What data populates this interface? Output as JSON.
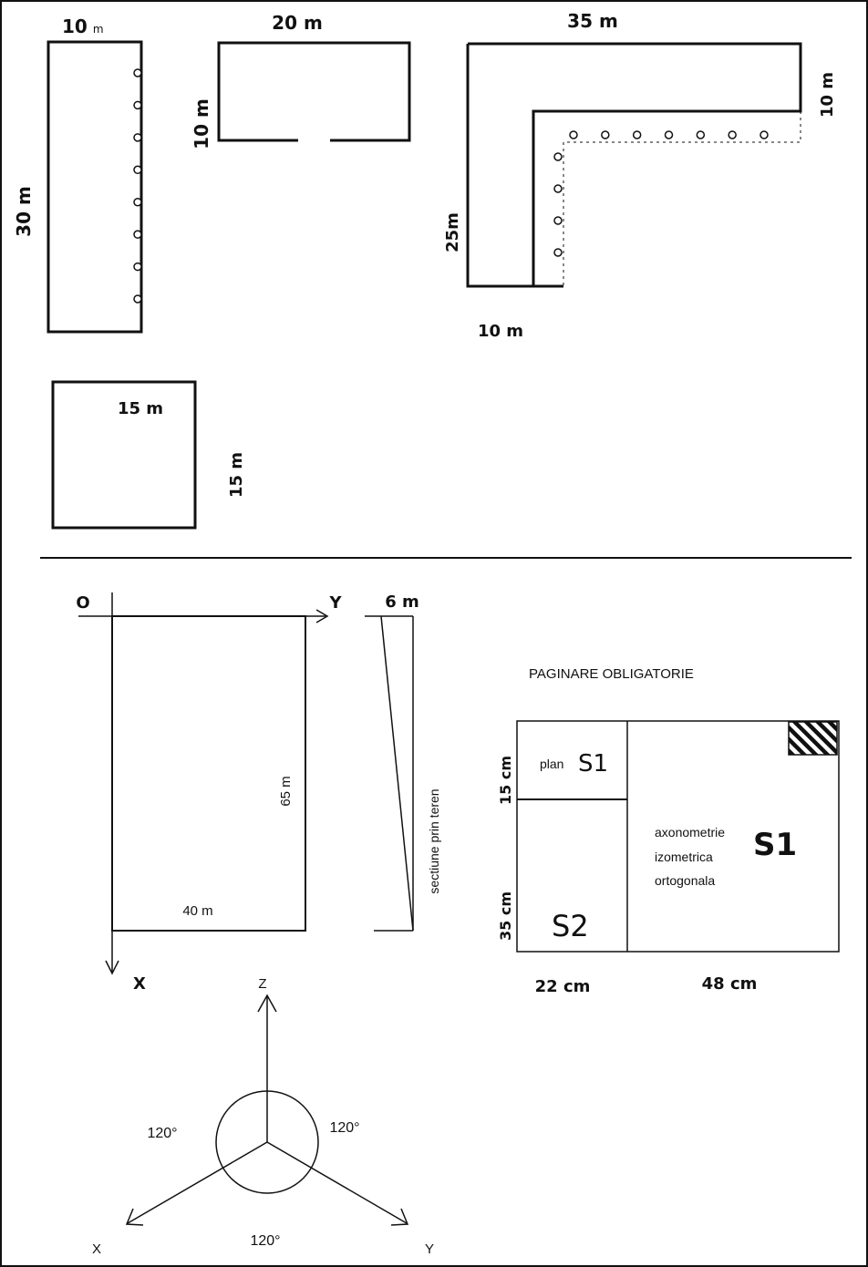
{
  "shape_rect_10x30": {
    "width_label": "10",
    "width_unit": "m",
    "height_label": "30 m",
    "column_count": 8
  },
  "shape_rect_20x10": {
    "width_label": "20 m",
    "height_label": "10 m"
  },
  "shape_l": {
    "top_label": "35 m",
    "right_label": "10 m",
    "left_label": "25m",
    "bottom_label": "10 m",
    "horizontal_column_count": 7,
    "vertical_column_count": 4
  },
  "shape_square": {
    "inner_label": "15 m",
    "side_label": "15 m"
  },
  "site_plan": {
    "origin_label": "O",
    "y_axis_label": "Y",
    "x_axis_label": "X",
    "length_label": "65 m",
    "width_label": "40 m"
  },
  "terrain_section": {
    "top_label": "6 m",
    "caption": "sectiune prin teren"
  },
  "layout": {
    "title": "PAGINARE OBLIGATORIE",
    "plan_label": "plan",
    "plan_sheet": "S1",
    "axo_lines": [
      "axonometrie",
      "izometrica",
      "ortogonala"
    ],
    "axo_sheet": "S1",
    "section_sheet": "S2",
    "top_height_label": "15 cm",
    "bottom_height_label": "35 cm",
    "left_width_label": "22 cm",
    "right_width_label": "48 cm"
  },
  "isometric_axes": {
    "z_label": "Z",
    "x_label": "X",
    "y_label": "Y",
    "angle_left": "120°",
    "angle_right": "120°",
    "angle_bottom": "120°"
  }
}
